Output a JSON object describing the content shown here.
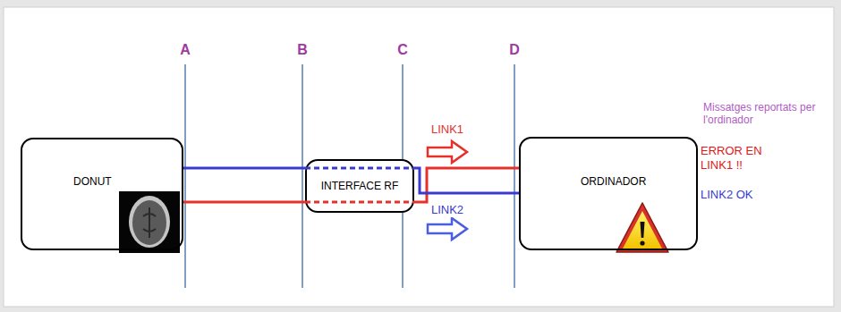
{
  "diagram": {
    "nodes": [
      {
        "text": [
          "DONUT"
        ]
      },
      {
        "text": [
          "INTERFACE RF"
        ]
      },
      {
        "text": [
          "ORDINADOR"
        ]
      }
    ],
    "edges": [
      {
        "from": 0,
        "to": 1,
        "arrow": "none"
      },
      {
        "from": 0,
        "to": 1,
        "arrow": "none"
      },
      {
        "from": 1,
        "to": 2,
        "arrow": "none",
        "label": "LINK1"
      },
      {
        "from": 1,
        "to": 2,
        "arrow": "none",
        "label": "LINK2"
      }
    ],
    "labels": [
      "A",
      "B",
      "C",
      "D",
      "Missatges reportats per l'ordinador",
      "ERROR EN LINK1 !!",
      "LINK2 OK"
    ]
  }
}
